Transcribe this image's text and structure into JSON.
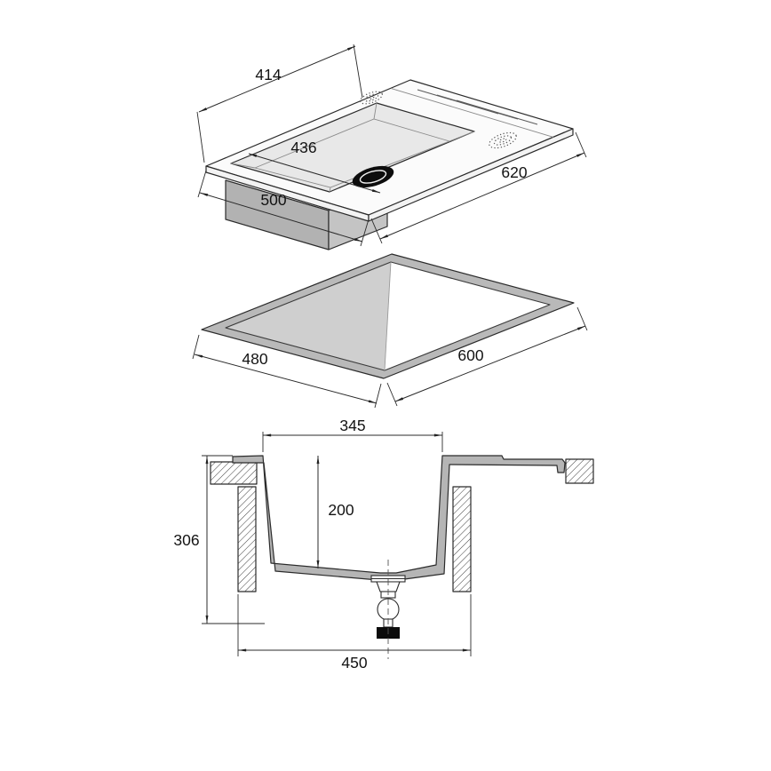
{
  "diagram": {
    "kind": "technical-drawing",
    "subject": "inset kitchen sink with drainer — installation dimensions, isometric views and cross-section"
  },
  "dims": {
    "d414": "414",
    "d436": "436",
    "d500": "500",
    "d620": "620",
    "d480": "480",
    "d600": "600",
    "d345": "345",
    "d200": "200",
    "d306": "306",
    "d450": "450"
  },
  "colors": {
    "line": "#2b2b2b",
    "body_gray": "#b5b5b5",
    "box_gray_left": "#b2b2b2",
    "box_gray_right": "#c4c4c4",
    "ring_gray": "#b9b9b9",
    "hole_gray": "#cfcfcf",
    "text": "#131313"
  }
}
